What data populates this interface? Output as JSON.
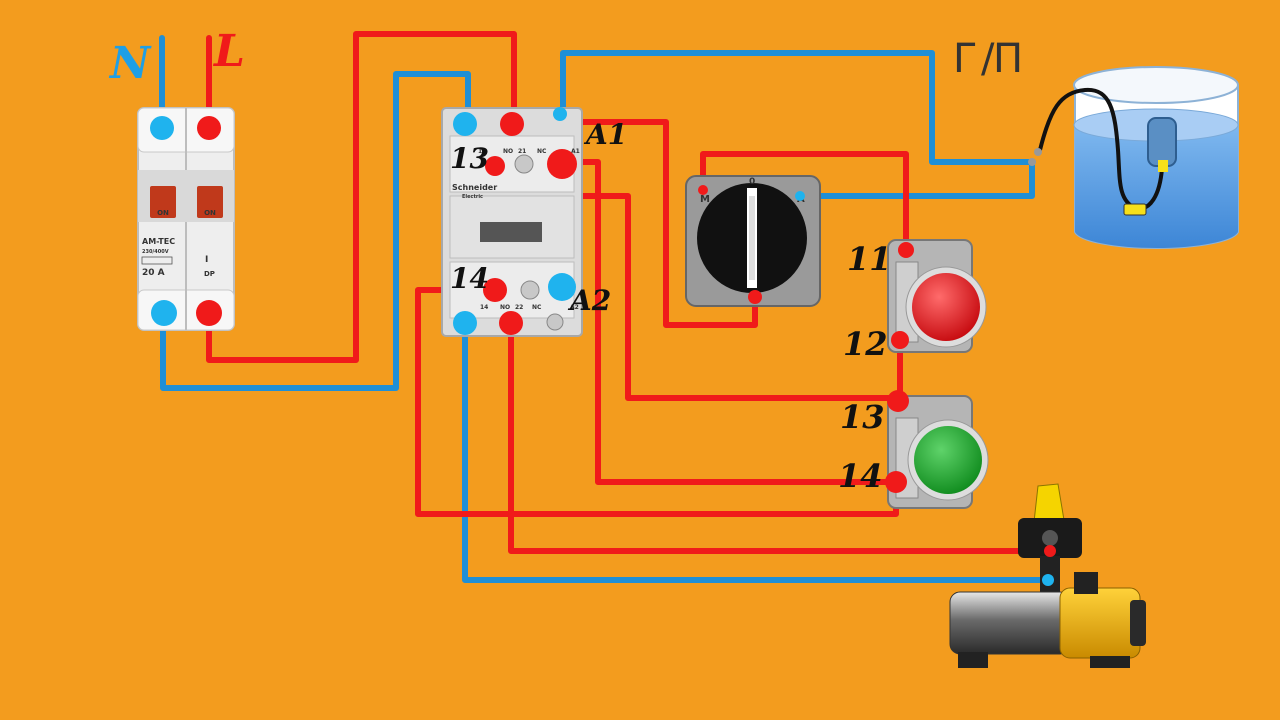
{
  "colors": {
    "background": "#f39c1e",
    "phase_wire": "#f01a1a",
    "neutral_wire": "#1f8fd6",
    "neutral_terminal": "#1fb3ee",
    "phase_terminal": "#f01a1a",
    "stop_button": "#e0141a",
    "start_button": "#1aa62a"
  },
  "supply": {
    "neutral_label": "N",
    "line_label": "L"
  },
  "breaker": {
    "brand": "AM-TEC",
    "rating": "20 A",
    "type": "DP",
    "switch_state": "ON",
    "on_symbol": "I",
    "voltage": "230/400V"
  },
  "contactor": {
    "brand": "Schneider",
    "sub_brand": "Electric",
    "coil_a1": "A1",
    "coil_a2": "A2",
    "aux_13": "13",
    "aux_14": "14",
    "top_marks": [
      "13",
      "NO",
      "21",
      "NC",
      "A1"
    ],
    "bottom_marks": [
      "14",
      "NO",
      "22",
      "NC",
      "A2"
    ]
  },
  "selector": {
    "manual": "M",
    "off": "0",
    "auto": "A"
  },
  "stop_button": {
    "terminal_top": "11",
    "terminal_bottom": "12"
  },
  "start_button": {
    "terminal_top": "13",
    "terminal_bottom": "14"
  },
  "float_switch": {
    "symbol_left": "Γ",
    "symbol_mid": "/",
    "symbol_right": "Π"
  },
  "icons": {
    "tank": "water-tank-icon",
    "float": "float-switch-icon",
    "pump": "water-pump-icon"
  }
}
